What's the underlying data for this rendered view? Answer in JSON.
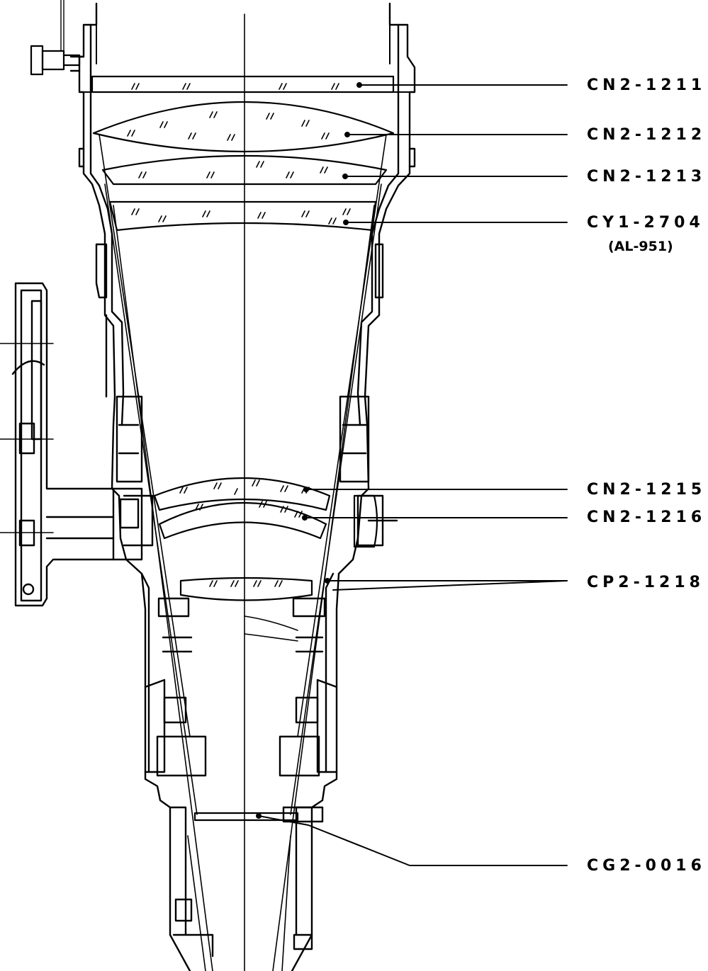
{
  "drawing": {
    "stroke_color": "#000000",
    "background_color": "#ffffff"
  },
  "labels": [
    {
      "id": "cn2-1211",
      "text": "CN2-1211"
    },
    {
      "id": "cn2-1212",
      "text": "CN2-1212"
    },
    {
      "id": "cn2-1213",
      "text": "CN2-1213"
    },
    {
      "id": "cy1-2704",
      "text": "CY1-2704",
      "sub": "(AL-951)"
    },
    {
      "id": "cn2-1215",
      "text": "CN2-1215"
    },
    {
      "id": "cn2-1216",
      "text": "CN2-1216"
    },
    {
      "id": "cp2-1218",
      "text": "CP2-1218"
    },
    {
      "id": "cg2-0016",
      "text": "CG2-0016"
    }
  ]
}
